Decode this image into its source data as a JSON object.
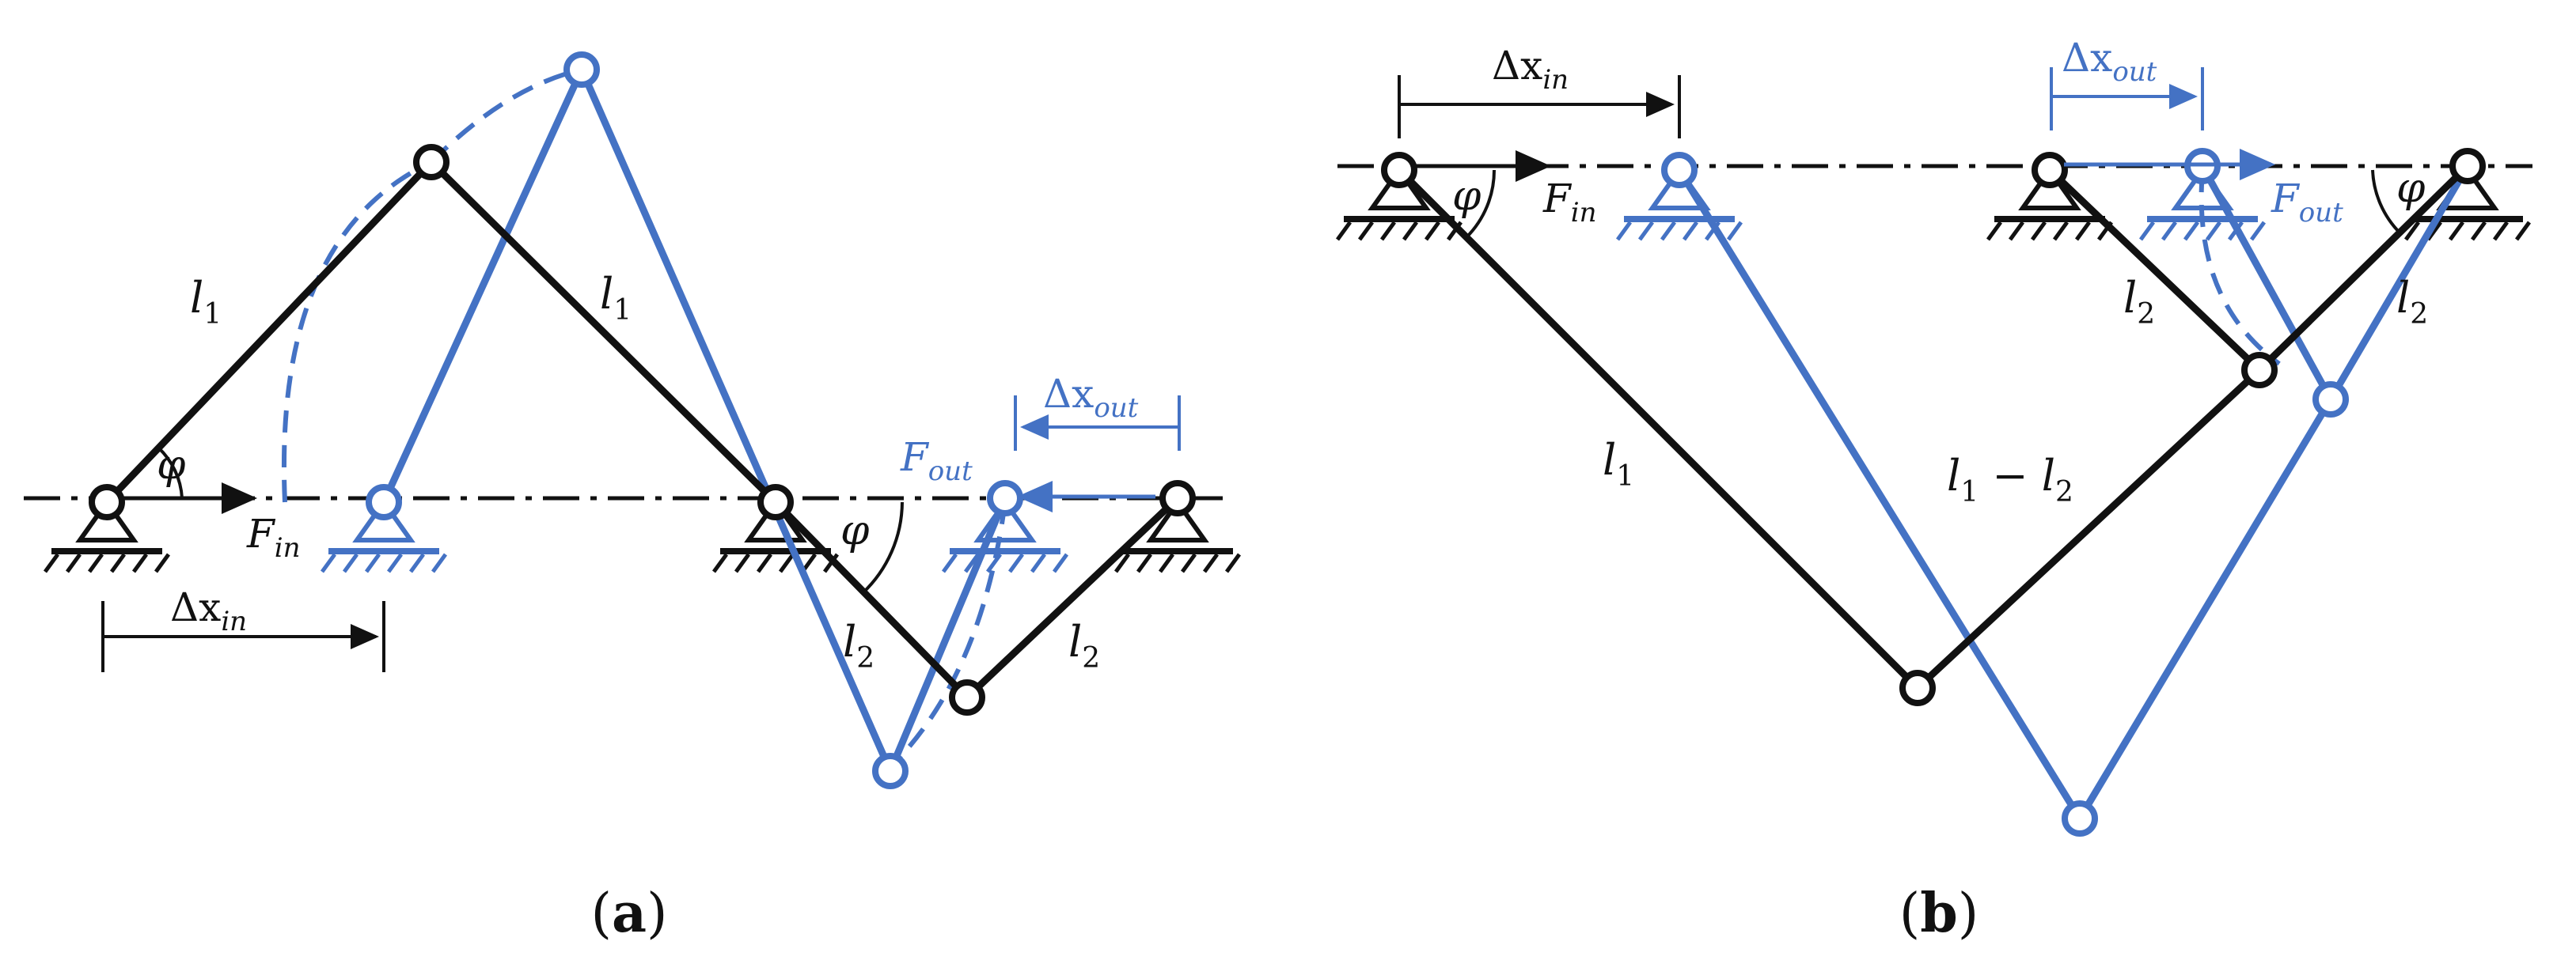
{
  "colors": {
    "black": "#111111",
    "blue": "#4472C4"
  },
  "panel_a": {
    "caption_open": "(",
    "caption_letter": "a",
    "caption_close": ")",
    "l1": "l",
    "l1_sub": "1",
    "l2": "l",
    "l2_sub": "2",
    "phi": "φ",
    "f_in": "F",
    "f_in_sub": "in",
    "f_out": "F",
    "f_out_sub": "out",
    "dx_in": "Δx",
    "dx_in_sub": "in",
    "dx_out": "Δx",
    "dx_out_sub": "out"
  },
  "panel_b": {
    "caption_open": "(",
    "caption_letter": "b",
    "caption_close": ")",
    "l1": "l",
    "l1_sub": "1",
    "l2": "l",
    "l2_sub": "2",
    "l1_minus_l2_a": "l",
    "l1_minus_l2_a_sub": "1",
    "minus": " − ",
    "l1_minus_l2_b": "l",
    "l1_minus_l2_b_sub": "2",
    "phi": "φ",
    "f_in": "F",
    "f_in_sub": "in",
    "f_out": "F",
    "f_out_sub": "out",
    "dx_in": "Δx",
    "dx_in_sub": "in",
    "dx_out": "Δx",
    "dx_out_sub": "out"
  }
}
